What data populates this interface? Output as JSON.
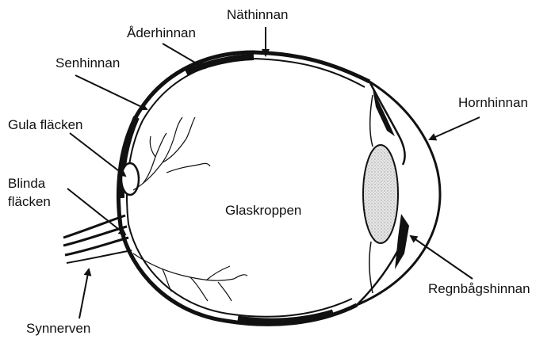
{
  "diagram": {
    "labels": {
      "nathinnan": "Näthinnan",
      "aderhinnan": "Åderhinnan",
      "senhinnan": "Senhinnan",
      "gula_flacken": "Gula fläcken",
      "blinda_line1": "Blinda",
      "blinda_line2": "fläcken",
      "synnerven": "Synnerven",
      "glaskroppen": "Glaskroppen",
      "hornhinnan": "Hornhinnan",
      "regnbagshinnan": "Regnbågshinnan"
    },
    "colors": {
      "ink": "#111111",
      "paper": "#ffffff",
      "lens_fill": "#d9d9d9"
    }
  }
}
